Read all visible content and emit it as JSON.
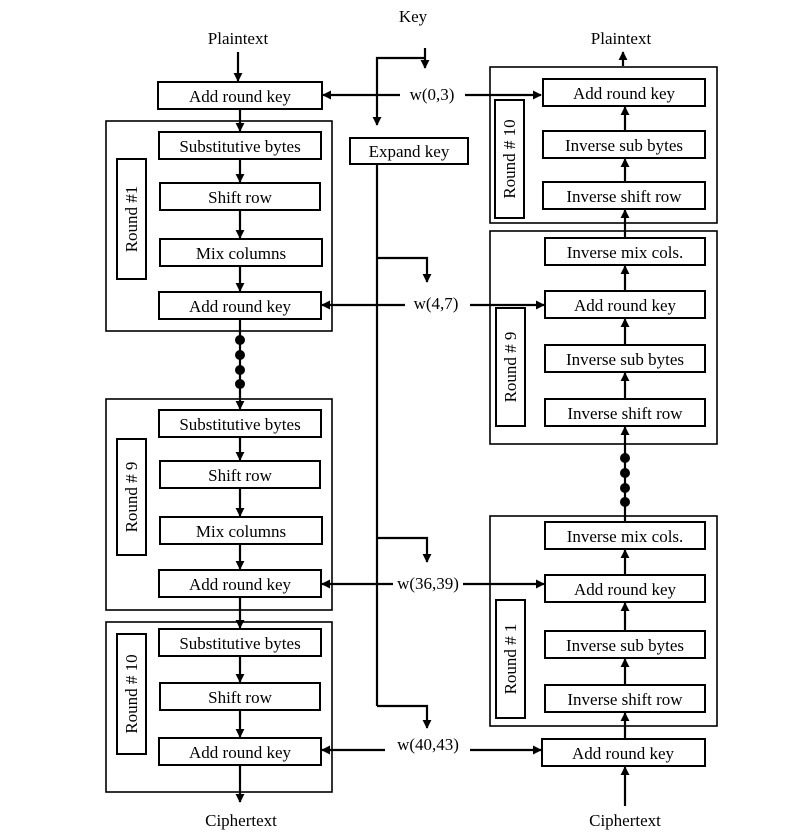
{
  "labels": {
    "key": "Key",
    "expand_key": "Expand key",
    "enc_input": "Plaintext",
    "enc_output": "Ciphertext",
    "dec_input": "Ciphertext",
    "dec_output": "Plaintext",
    "ellipsis": "⋮"
  },
  "key_words": [
    "w(0,3)",
    "w(4,7)",
    "w(36,39)",
    "w(40,43)"
  ],
  "encryption": {
    "initial_step": "Add round key",
    "rounds": [
      {
        "name": "Round #1",
        "steps": [
          "Substitutive bytes",
          "Shift row",
          "Mix columns",
          "Add round key"
        ]
      },
      {
        "name": "Round # 9",
        "steps": [
          "Substitutive bytes",
          "Shift row",
          "Mix columns",
          "Add round key"
        ]
      },
      {
        "name": "Round # 10",
        "steps": [
          "Substitutive bytes",
          "Shift row",
          "Add round key"
        ]
      }
    ]
  },
  "decryption": {
    "initial_step": "Add round key",
    "rounds": [
      {
        "name": "Round # 1",
        "steps": [
          "Inverse mix cols.",
          "Add round key",
          "Inverse sub bytes",
          "Inverse shift row"
        ]
      },
      {
        "name": "Round # 9",
        "steps": [
          "Inverse mix cols.",
          "Add round key",
          "Inverse sub bytes",
          "Inverse shift row"
        ]
      },
      {
        "name": "Round # 10",
        "steps": [
          "Add round key",
          "Inverse sub bytes",
          "Inverse shift row"
        ]
      }
    ]
  }
}
